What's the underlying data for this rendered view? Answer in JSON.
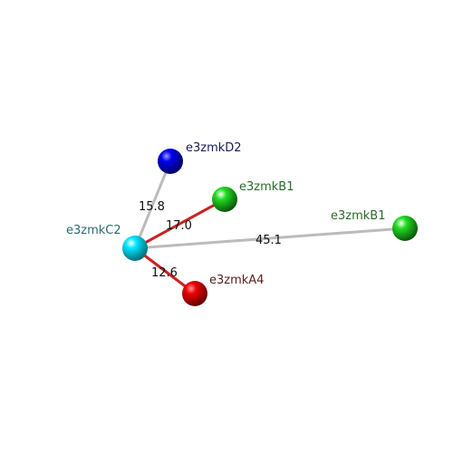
{
  "nodes": [
    {
      "id": "c2",
      "label": "e3zmkC2",
      "color": "#00e5ff",
      "label_color": "#2b6c6c"
    },
    {
      "id": "d2",
      "label": "e3zmkD2",
      "color": "#0000ee",
      "label_color": "#1c1c5c"
    },
    {
      "id": "b1a",
      "label": "e3zmkB1",
      "color": "#22dd22",
      "label_color": "#2a6a2a"
    },
    {
      "id": "b1b",
      "label": "e3zmkB1",
      "color": "#22dd22",
      "label_color": "#2a6a2a"
    },
    {
      "id": "a4",
      "label": "e3zmkA4",
      "color": "#ee0000",
      "label_color": "#5c1c1c"
    }
  ],
  "edges": [
    {
      "from": "c2",
      "to": "d2",
      "distance": "15.8",
      "color": "#bbbbbb"
    },
    {
      "from": "c2",
      "to": "b1a",
      "distance": "17.0",
      "color": "#cc2222"
    },
    {
      "from": "c2",
      "to": "b1b",
      "distance": "45.1",
      "color": "#bbbbbb"
    },
    {
      "from": "c2",
      "to": "a4",
      "distance": "12.6",
      "color": "#cc2222"
    }
  ]
}
